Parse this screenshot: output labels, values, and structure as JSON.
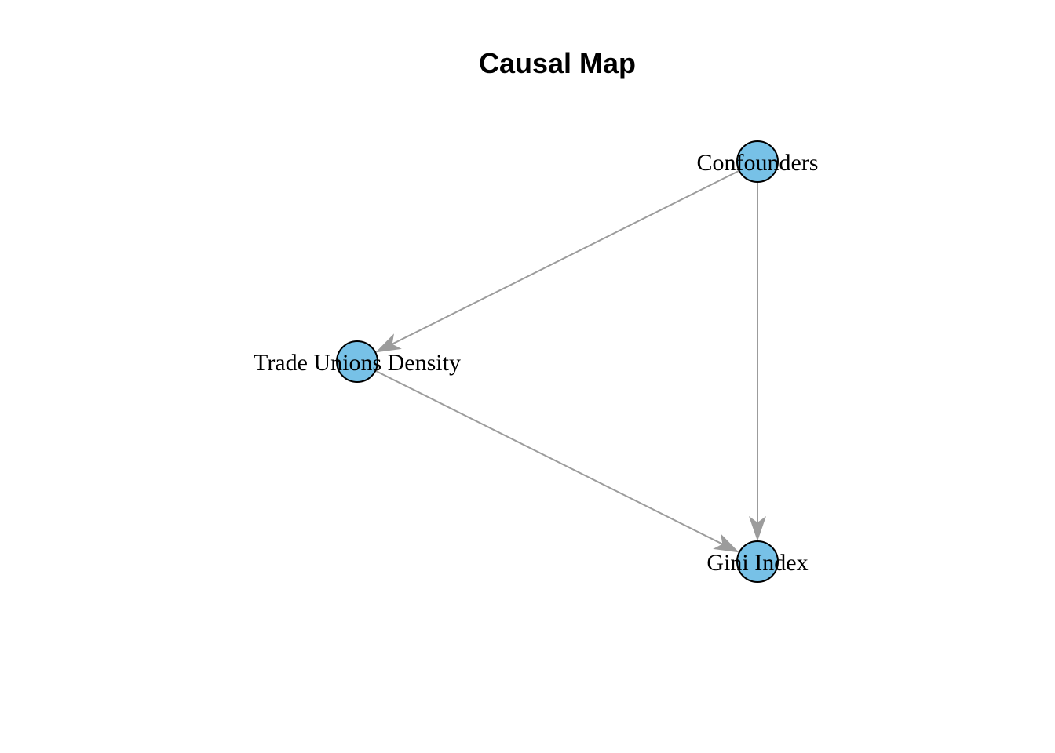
{
  "diagram": {
    "title": "Causal Map",
    "colors": {
      "node_fill": "#77C1E7",
      "node_stroke": "#000000",
      "edge": "#9C9C9C",
      "label": "#000000"
    },
    "nodes": [
      {
        "id": "confounders",
        "label": "Confounders"
      },
      {
        "id": "trade_unions_density",
        "label": "Trade Unions Density"
      },
      {
        "id": "gini_index",
        "label": "Gini Index"
      }
    ],
    "edges": [
      {
        "from": "confounders",
        "to": "trade_unions_density"
      },
      {
        "from": "confounders",
        "to": "gini_index"
      },
      {
        "from": "trade_unions_density",
        "to": "gini_index"
      }
    ]
  }
}
